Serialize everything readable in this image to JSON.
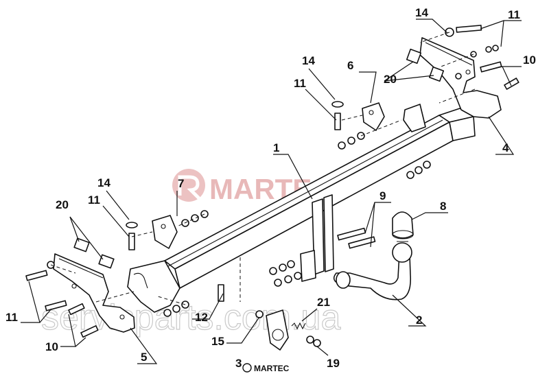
{
  "watermark": {
    "brand": "MARTEC",
    "site": "servisparts.com.ua",
    "brand_color": "#e8b8b8"
  },
  "footer": {
    "brand": "MARTEC"
  },
  "callouts": {
    "l1": "1",
    "l2": "2",
    "l3": "3",
    "l4": "4",
    "l5": "5",
    "l6": "6",
    "l7": "7",
    "l8": "8",
    "l9": "9",
    "l10a": "10",
    "l10b": "10",
    "l11a": "11",
    "l11b": "11",
    "l11c": "11",
    "l11d": "11",
    "l12": "12",
    "l14a": "14",
    "l14b": "14",
    "l14c": "14",
    "l15": "15",
    "l19": "19",
    "l20a": "20",
    "l20b": "20",
    "l21": "21"
  }
}
